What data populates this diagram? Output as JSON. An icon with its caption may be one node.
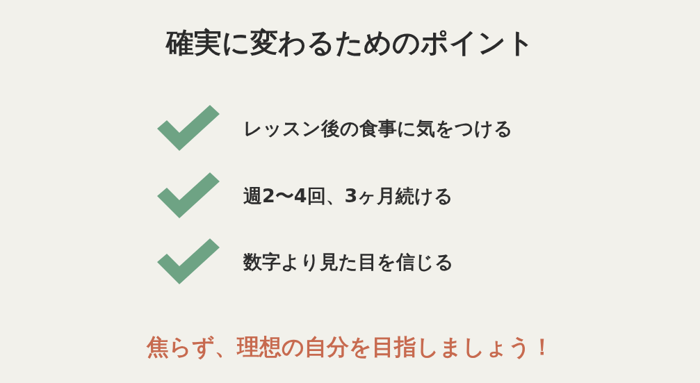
{
  "diagram": {
    "title": "確実に変わるためのポイント",
    "labels": [
      "レッスン後の食事に気をつける",
      "週2〜4回、3ヶ月続ける",
      "数字より見た目を信じる",
      "焦らず、理想の自分を目指しましょう！"
    ]
  }
}
